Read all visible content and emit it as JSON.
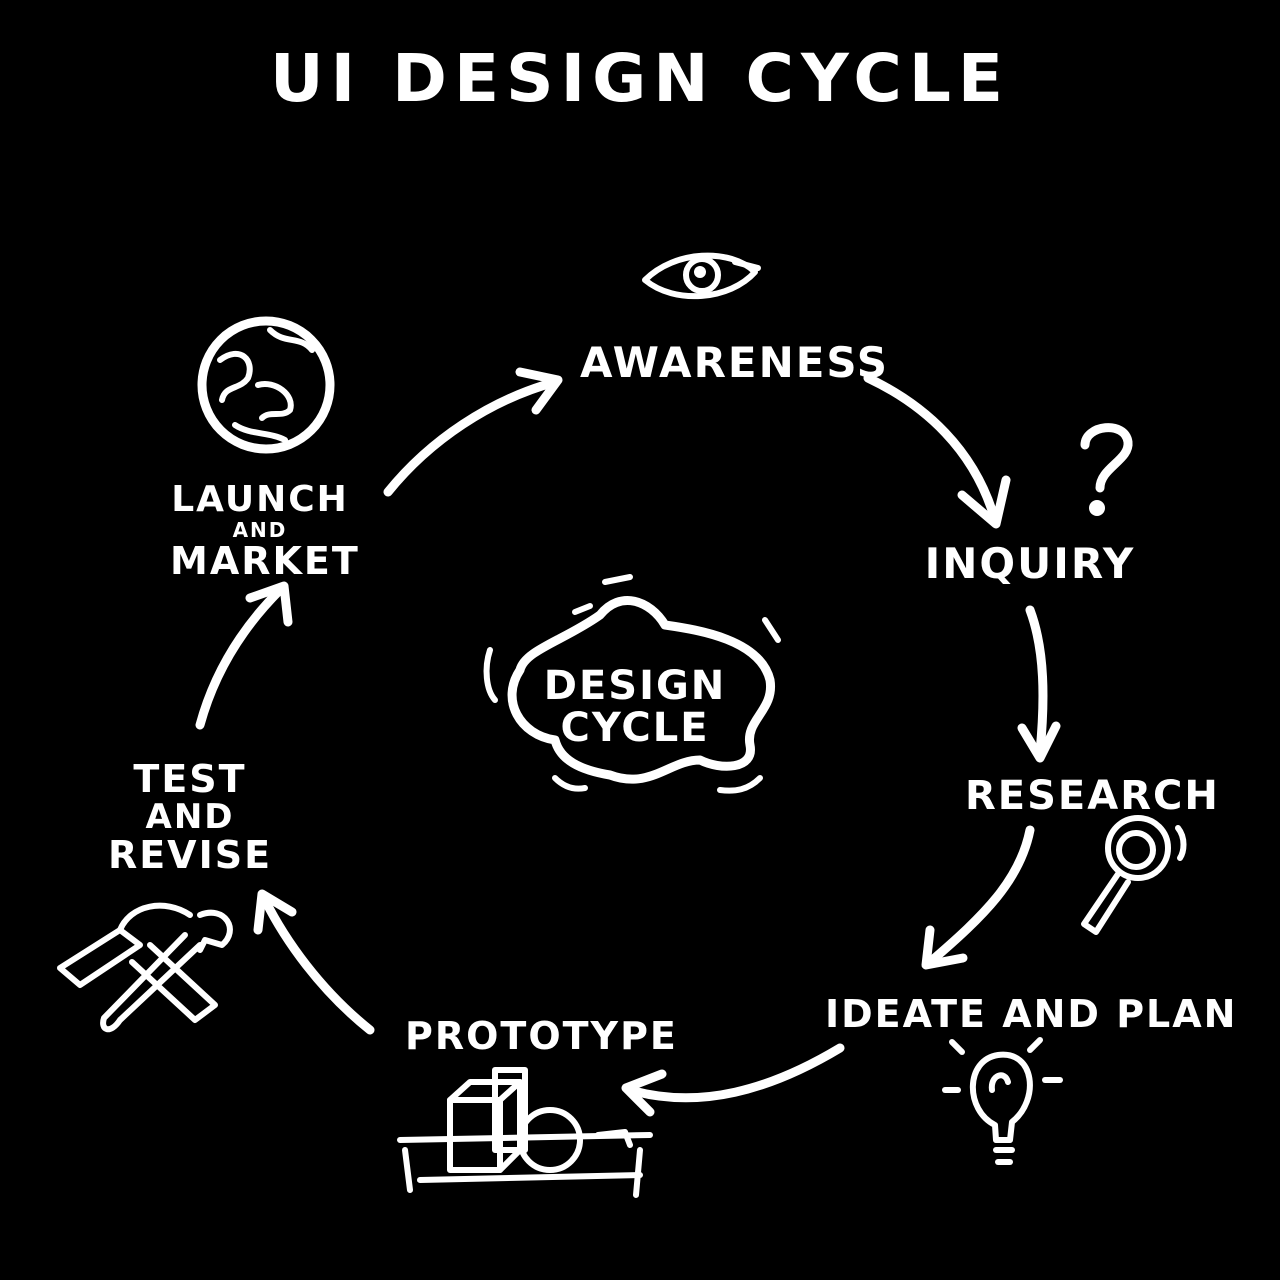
{
  "title": "UI DESIGN CYCLE",
  "center": {
    "line1": "DESIGN",
    "line2": "CYCLE"
  },
  "stages": {
    "awareness": "AWARENESS",
    "inquiry": "INQUIRY",
    "research": "RESEARCH",
    "ideate": "IDEATE AND PLAN",
    "prototype": "PROTOTYPE",
    "test": {
      "line1": "TEST",
      "line2": "AND",
      "line3": "REVISE"
    },
    "launch": {
      "line1": "LAUNCH",
      "line2": "AND",
      "line3": "MARKET"
    }
  },
  "icons": {
    "awareness": "eye-icon",
    "inquiry": "question-mark-icon",
    "research": "magnifying-glass-icon",
    "ideate": "lightbulb-icon",
    "prototype": "prototype-objects-icon",
    "test": "hammer-wrench-icon",
    "launch": "globe-icon"
  }
}
